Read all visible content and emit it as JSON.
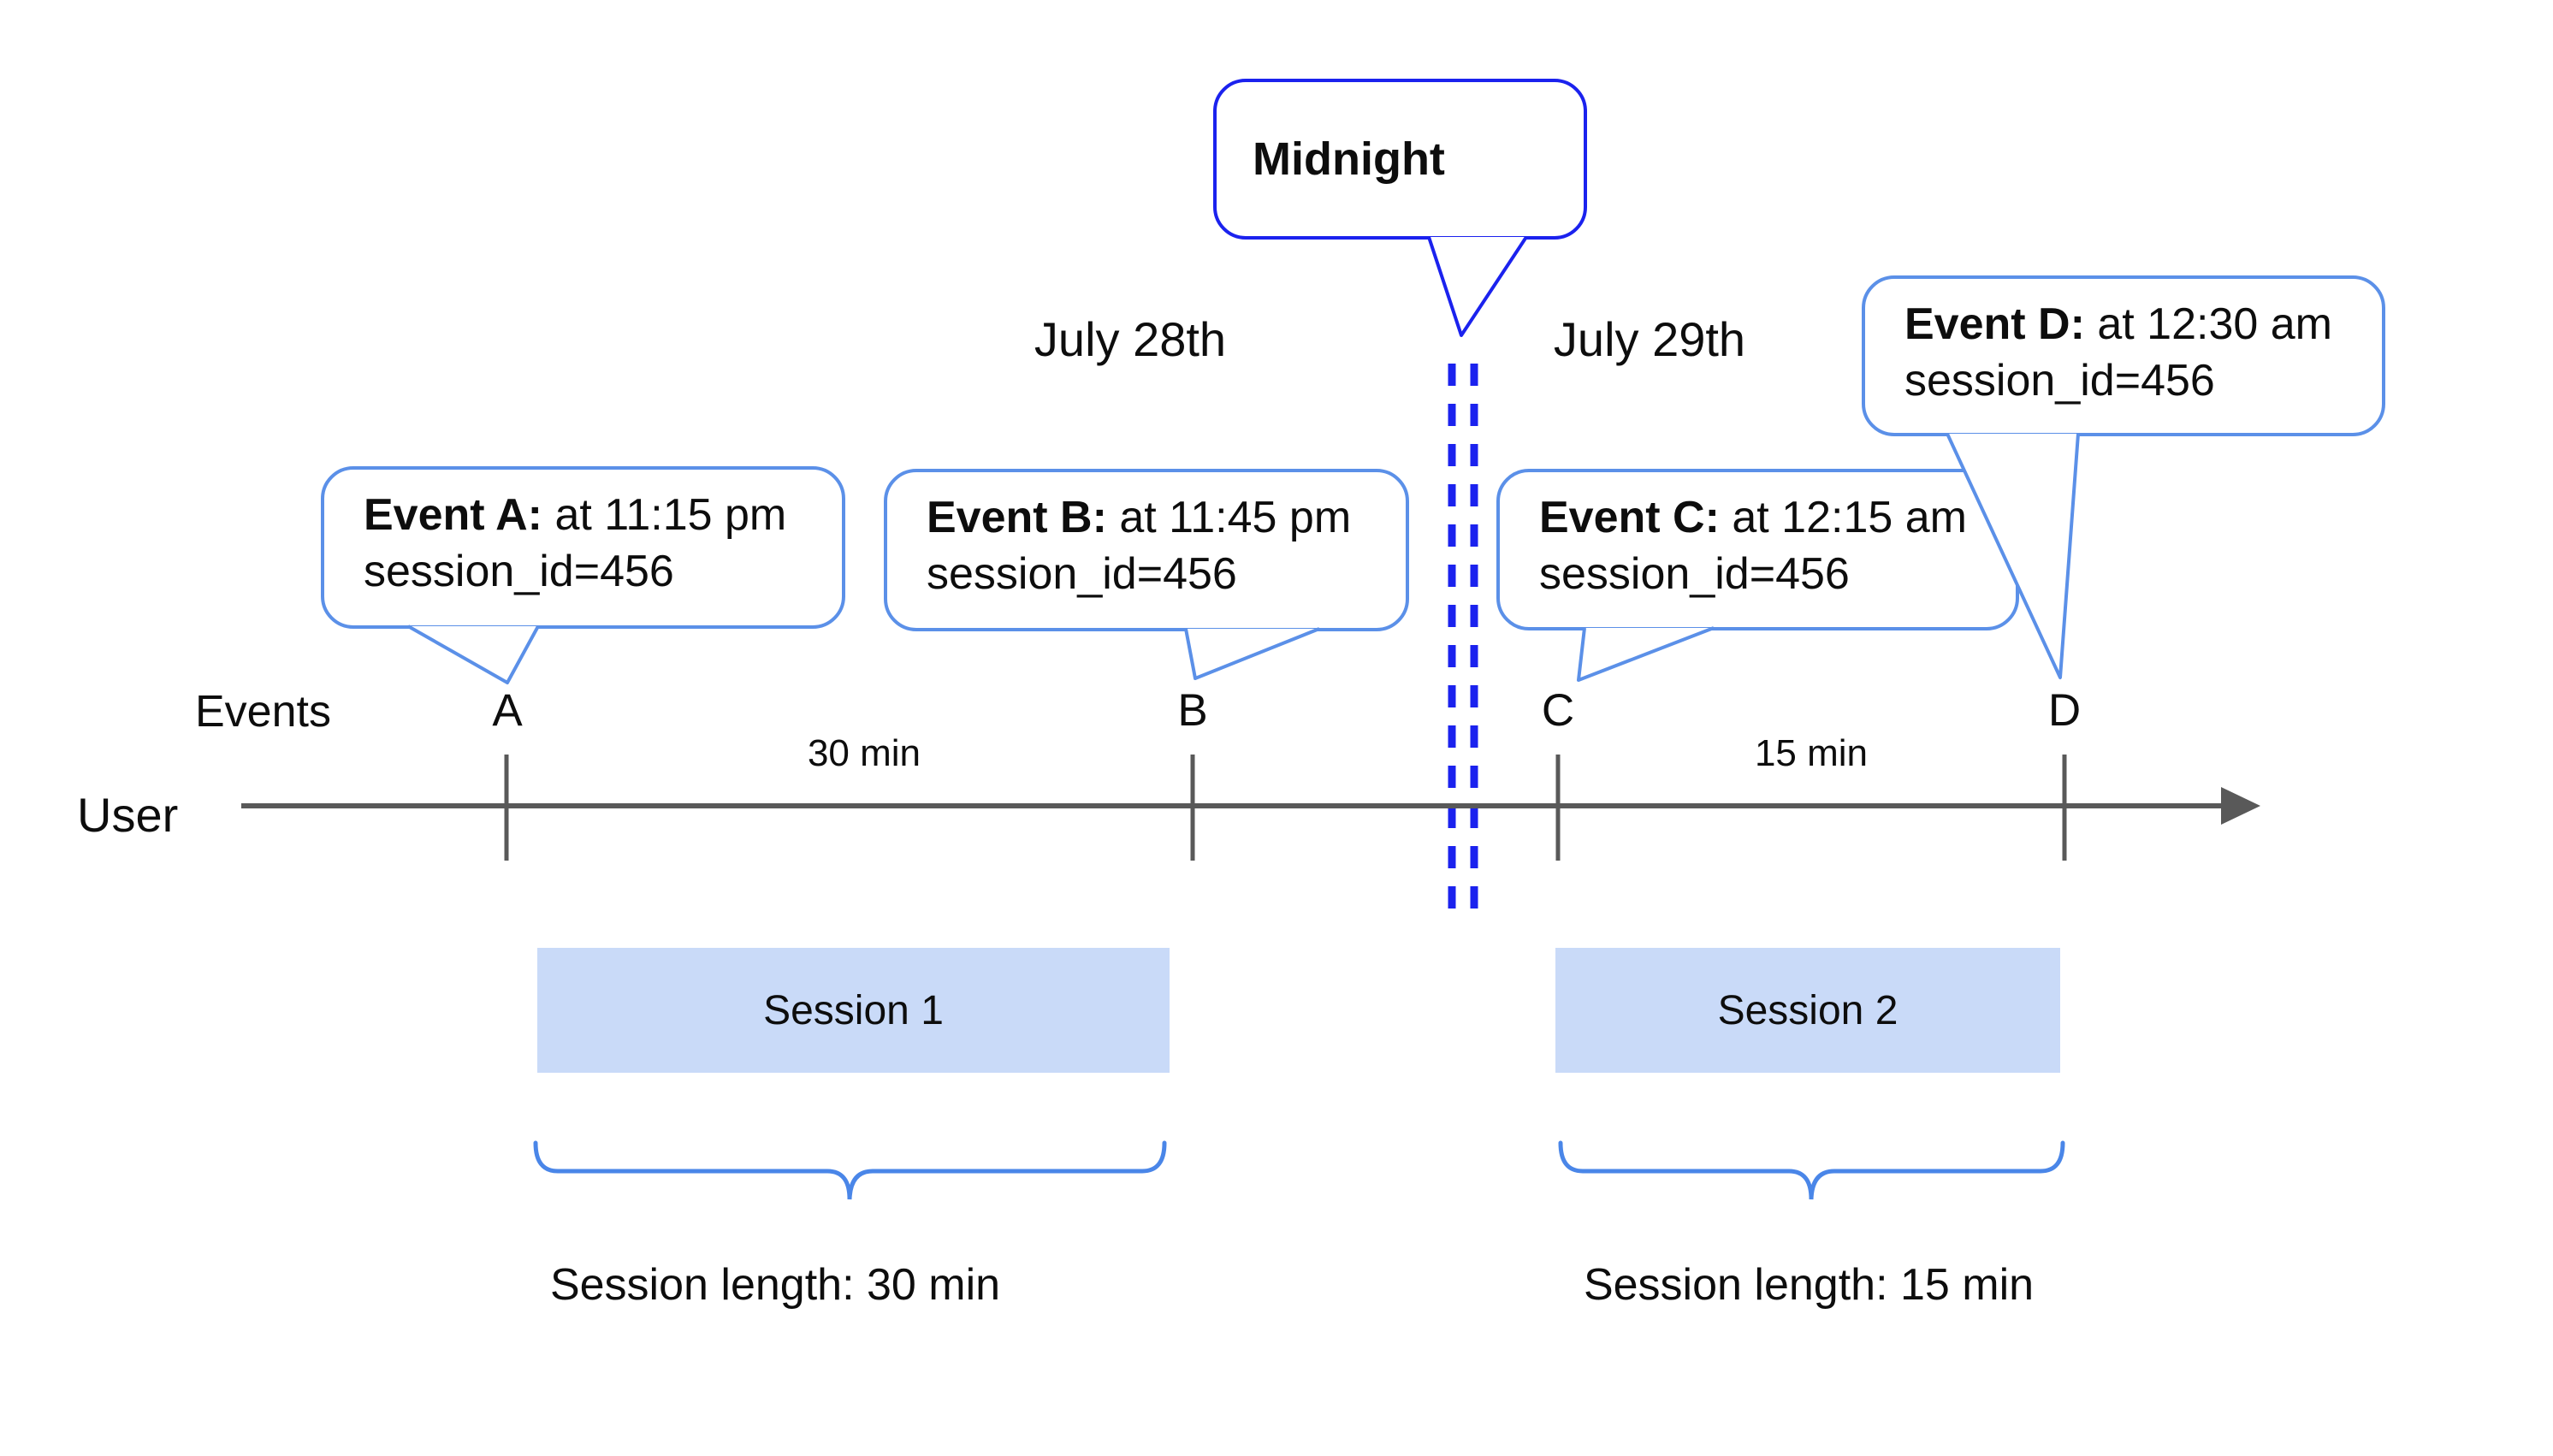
{
  "colors": {
    "royal_blue": "#1b22ee",
    "cornflower": "#5b90e8",
    "brace_blue": "#4a86e8",
    "session_fill": "#c9daf8",
    "axis_gray": "#595959",
    "text": "#0d0d0d"
  },
  "midnight": {
    "label": "Midnight"
  },
  "dates": {
    "left": "July 28th",
    "right": "July 29th"
  },
  "axis": {
    "events_label": "Events",
    "user_label": "User"
  },
  "intervals": {
    "ab": "30 min",
    "cd": "15 min"
  },
  "events": [
    {
      "label": "A",
      "callout_bold": "Event A:",
      "callout_time": " at 11:15 pm",
      "callout_session": "session_id=456"
    },
    {
      "label": "B",
      "callout_bold": "Event B:",
      "callout_time": " at 11:45 pm",
      "callout_session": "session_id=456"
    },
    {
      "label": "C",
      "callout_bold": "Event C:",
      "callout_time": " at 12:15 am",
      "callout_session": "session_id=456"
    },
    {
      "label": "D",
      "callout_bold": "Event D:",
      "callout_time": " at 12:30 am",
      "callout_session": "session_id=456"
    }
  ],
  "sessions": [
    {
      "label": "Session 1",
      "length_label": "Session length: 30 min"
    },
    {
      "label": "Session 2",
      "length_label": "Session length: 15 min"
    }
  ]
}
